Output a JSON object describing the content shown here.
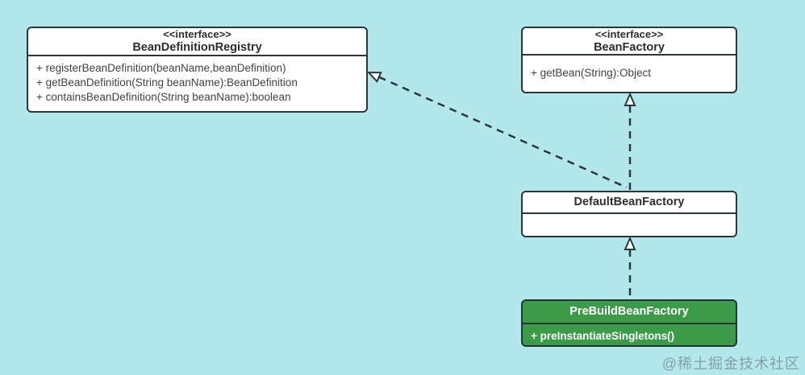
{
  "diagram": {
    "background_color": "#b2e8eb",
    "box_border_color": "#2c353c",
    "highlight_fill_color": "#3b9b49",
    "arrow_color": "#2c363c",
    "watermark": "@稀土掘金技术社区"
  },
  "classes": [
    {
      "id": "BeanDefinitionRegistry",
      "stereotype": "<<interface>>",
      "name": "BeanDefinitionRegistry",
      "members": [
        "+ registerBeanDefinition(beanName,beanDefinition)",
        "+ getBeanDefinition(String beanName):BeanDefinition",
        "+ containsBeanDefinition(String beanName):boolean"
      ]
    },
    {
      "id": "BeanFactory",
      "stereotype": "<<interface>>",
      "name": "BeanFactory",
      "members": [
        "+ getBean(String):Object"
      ]
    },
    {
      "id": "DefaultBeanFactory",
      "stereotype": "",
      "name": "DefaultBeanFactory",
      "members": []
    },
    {
      "id": "PreBuildBeanFactory",
      "stereotype": "",
      "name": "PreBuildBeanFactory",
      "members": [
        "+ preInstantiateSingletons()"
      ]
    }
  ],
  "relations": [
    {
      "from": "DefaultBeanFactory",
      "to": "BeanDefinitionRegistry",
      "type": "dashed-realization"
    },
    {
      "from": "DefaultBeanFactory",
      "to": "BeanFactory",
      "type": "dashed-realization"
    },
    {
      "from": "PreBuildBeanFactory",
      "to": "DefaultBeanFactory",
      "type": "dashed-generalization"
    }
  ]
}
